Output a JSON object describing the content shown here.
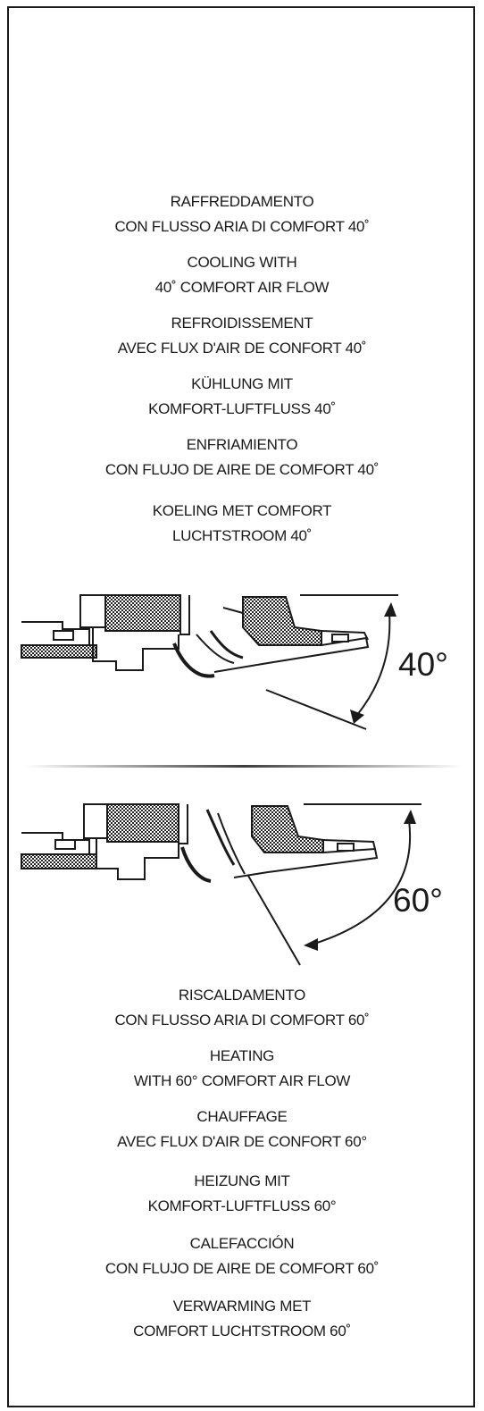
{
  "cooling": {
    "it": [
      "RAFFREDDAMENTO",
      "CON FLUSSO ARIA DI COMFORT 40˚"
    ],
    "en": [
      "COOLING WITH",
      "40˚ COMFORT AIR FLOW"
    ],
    "fr": [
      "REFROIDISSEMENT",
      "AVEC FLUX D'AIR DE CONFORT 40˚"
    ],
    "de": [
      "KÜHLUNG MIT",
      "KOMFORT-LUFTFLUSS 40˚"
    ],
    "es": [
      "ENFRIAMIENTO",
      "CON FLUJO DE AIRE DE COMFORT 40˚"
    ],
    "nl": [
      "KOELING MET COMFORT",
      "LUCHTSTROOM 40˚"
    ]
  },
  "heating": {
    "it": [
      "RISCALDAMENTO",
      "CON FLUSSO ARIA DI COMFORT 60˚"
    ],
    "en": [
      "HEATING",
      "WITH 60° COMFORT AIR FLOW"
    ],
    "fr": [
      "CHAUFFAGE",
      "AVEC FLUX D'AIR DE CONFORT 60°"
    ],
    "de": [
      "HEIZUNG MIT",
      "KOMFORT-LUFTFLUSS 60°"
    ],
    "es": [
      "CALEFACCIÓN",
      "CON FLUJO DE AIRE DE COMFORT 60˚"
    ],
    "nl": [
      "VERWARMING MET",
      "COMFORT LUCHTSTROOM 60˚"
    ]
  },
  "figures": {
    "cooling_angle": "40°",
    "heating_angle": "60°"
  }
}
